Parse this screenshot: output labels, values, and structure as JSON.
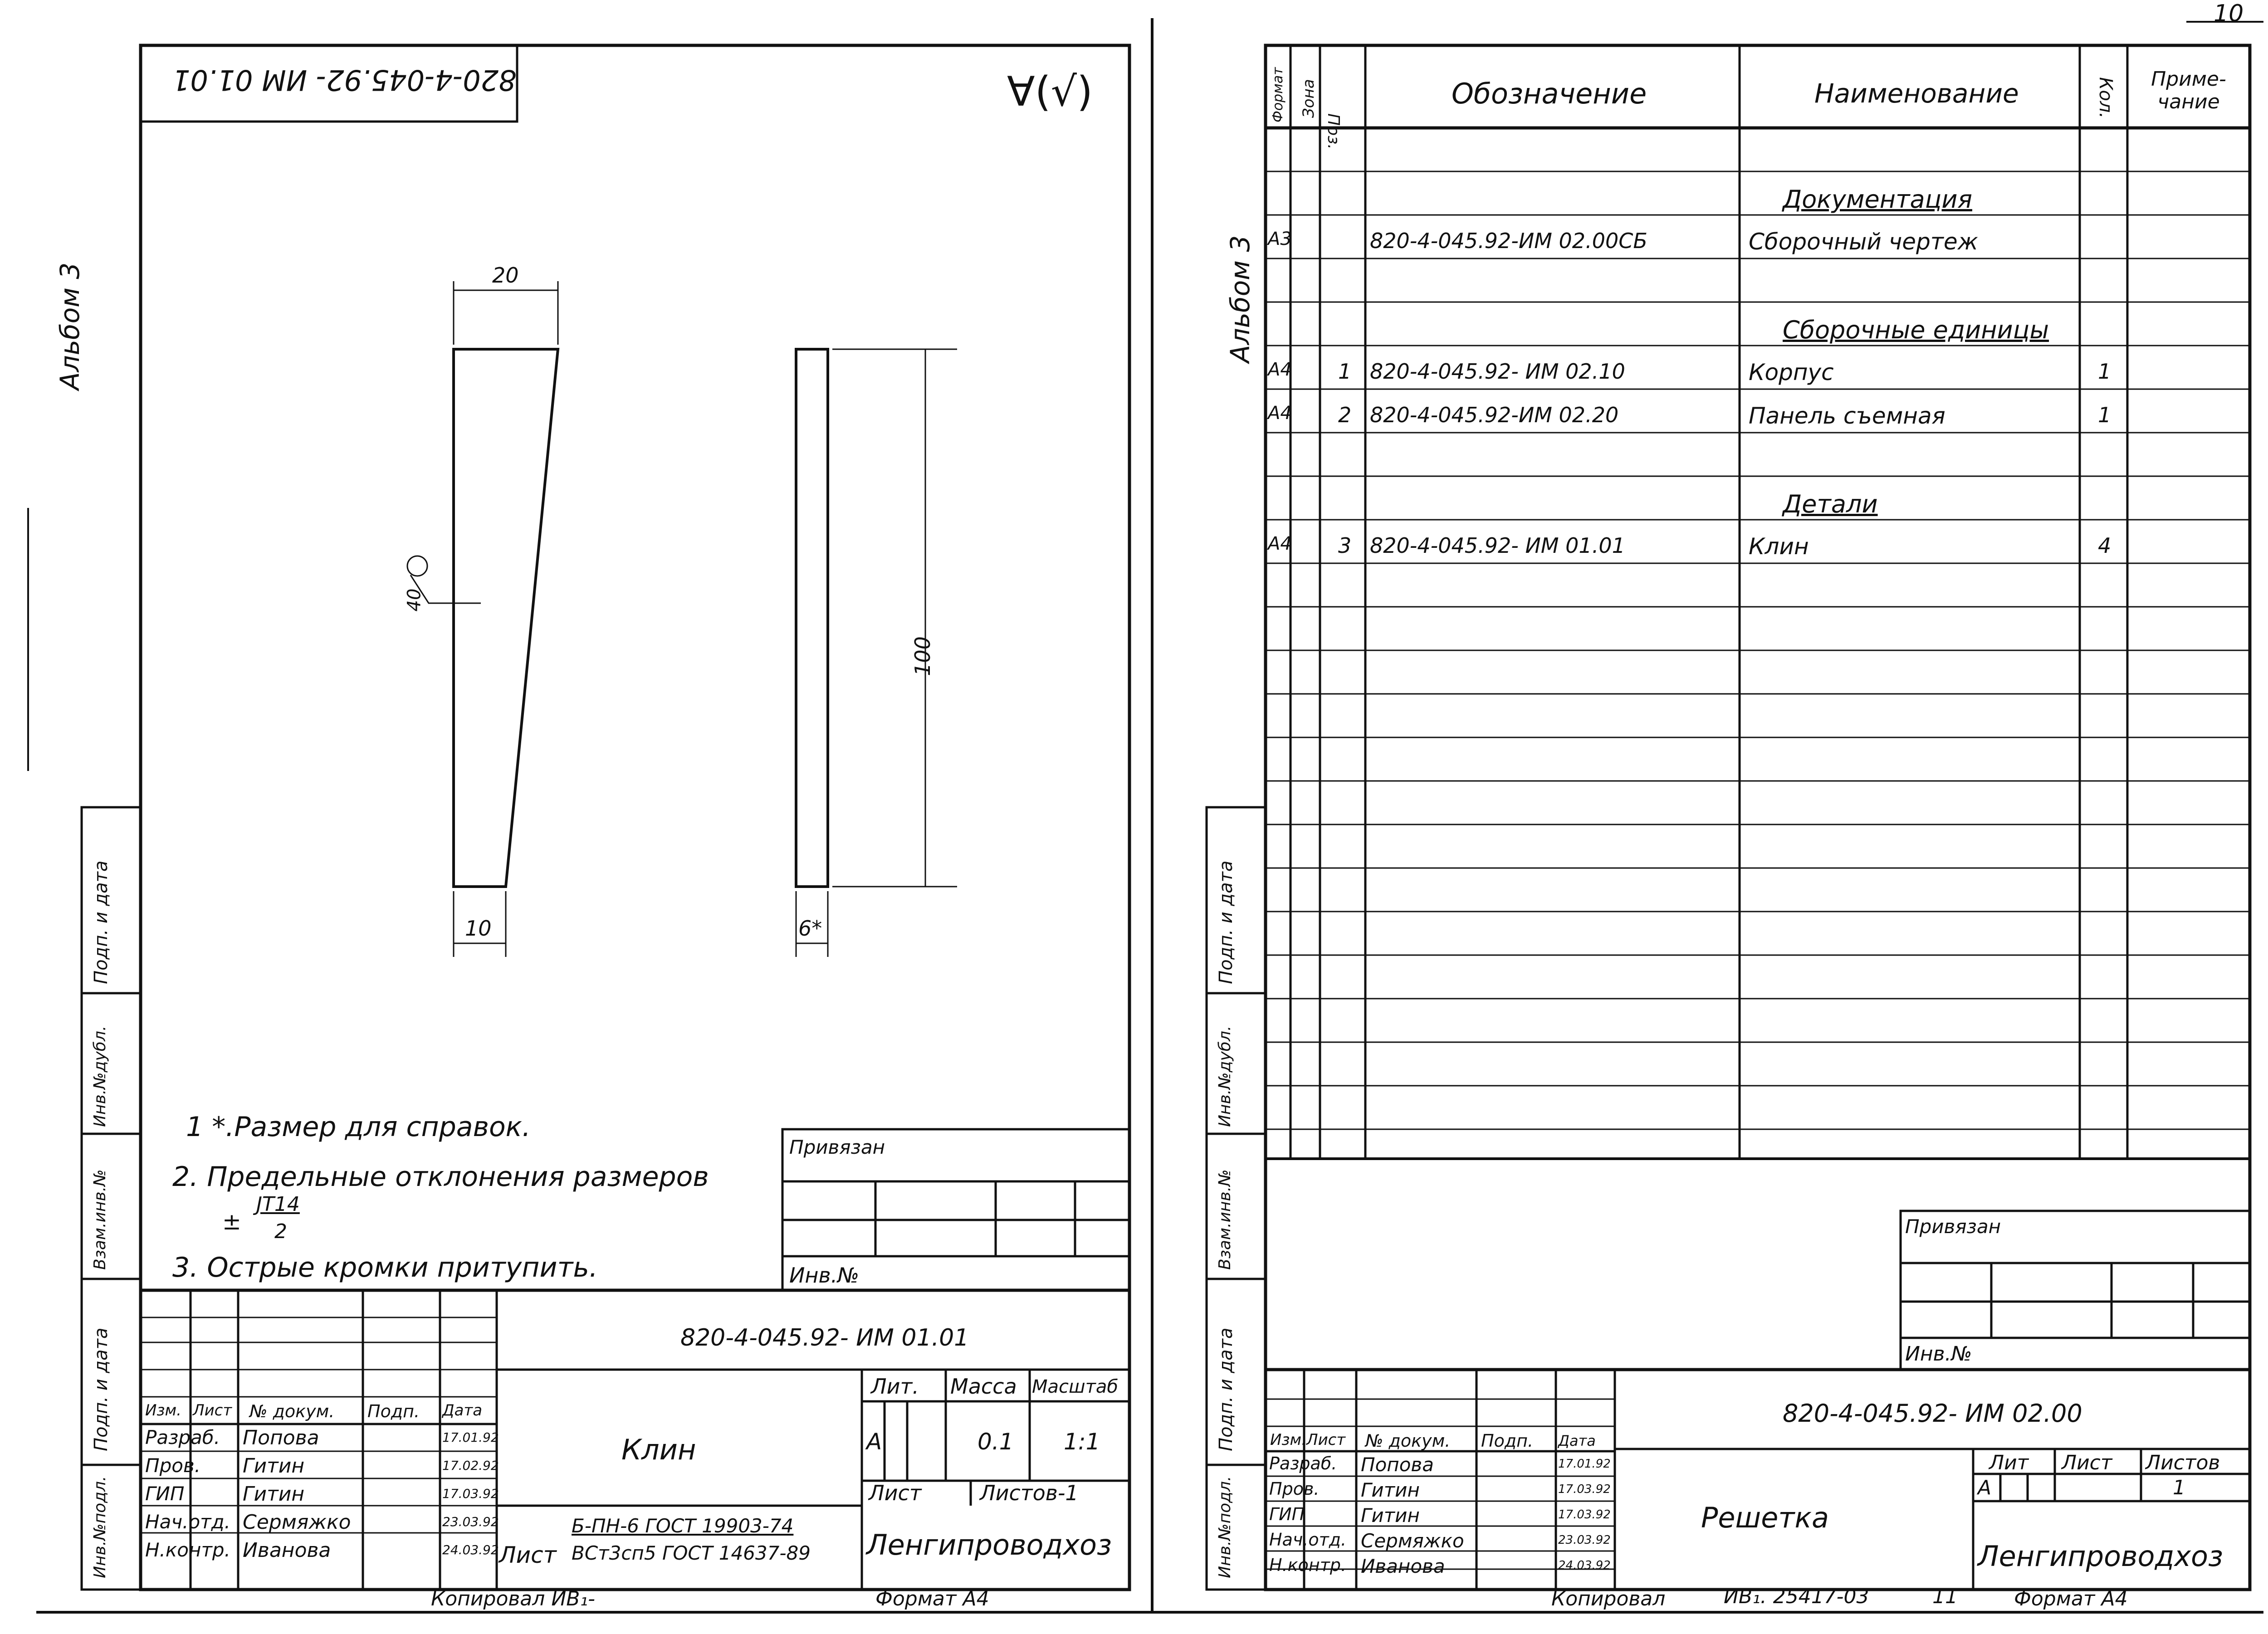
{
  "page_number": "10",
  "left_sheet": {
    "album_label": "Альбом 3",
    "stamp_code_rotated": "820-4-045.92- ИМ 01.01",
    "roughness_mark": "∀(√)",
    "drawing": {
      "dim_top_width": "20",
      "dim_bottom_width": "10",
      "dim_height": "100",
      "dim_thickness": "6*",
      "roughness_value": "40"
    },
    "notes": [
      "1 *.Размер для справок.",
      "2. Предельные отклонения размеров",
      "± JT14 / 2 .",
      "3. Острые кромки притупить."
    ],
    "note2_tol_num": "JT14",
    "note2_tol_den": "2",
    "privyazan": "Привязан",
    "inv_no": "Инв.№",
    "side_labels": [
      "Инв.№подл.",
      "Подп. и дата",
      "Взам.инв.№",
      "Инв.№дубл.",
      "Подп. и дата"
    ],
    "title_block": {
      "doc_code": "820-4-045.92- ИМ 01.01",
      "name": "Клин",
      "lit_header": "Лит.",
      "mass_header": "Масса",
      "scale_header": "Масштаб",
      "lit_value": "А",
      "mass_value": "0.1",
      "scale_value": "1:1",
      "sheet_label": "Лист",
      "sheets_label": "Листов-1",
      "material_prefix": "Лист",
      "material_line1": "Б-ПН-6  ГОСТ 19903-74",
      "material_line2": "ВСт3сп5  ГОСТ 14637-89",
      "organization": "Ленгипроводхоз",
      "col_headers": [
        "Изм.",
        "Лист",
        "№ докум.",
        "Подп.",
        "Дата"
      ],
      "rows": [
        {
          "role": "Разраб.",
          "name": "Попова",
          "date": "17.01.92"
        },
        {
          "role": "Пров.",
          "name": "Гитин",
          "date": "17.02.92"
        },
        {
          "role": "ГИП",
          "name": "Гитин",
          "date": "17.03.92"
        },
        {
          "role": "Нач.отд.",
          "name": "Сермяжко",
          "date": "23.03.92"
        },
        {
          "role": "Н.контр.",
          "name": "Иванова",
          "date": "24.03.92"
        }
      ]
    },
    "footer_left": "Копировал   ИВ₁-",
    "footer_right": "Формат А4"
  },
  "right_sheet": {
    "album_label": "Альбом 3",
    "headers": {
      "format": "Формат",
      "zone": "Зона",
      "pos": "Поз.",
      "designation": "Обозначение",
      "name": "Наименование",
      "qty": "Кол.",
      "note": "Приме-чание"
    },
    "rows": [
      {
        "format": "",
        "pos": "",
        "designation": "",
        "name": "",
        "qty": ""
      },
      {
        "format": "",
        "pos": "",
        "designation": "",
        "name": "Документация",
        "qty": "",
        "heading": true
      },
      {
        "format": "А3",
        "pos": "",
        "designation": "820-4-045.92-ИМ 02.00СБ",
        "name": "Сборочный чертеж",
        "qty": ""
      },
      {
        "format": "",
        "pos": "",
        "designation": "",
        "name": "",
        "qty": ""
      },
      {
        "format": "",
        "pos": "",
        "designation": "",
        "name": "Сборочные единицы",
        "qty": "",
        "heading": true
      },
      {
        "format": "А4",
        "pos": "1",
        "designation": "820-4-045.92- ИМ 02.10",
        "name": "Корпус",
        "qty": "1"
      },
      {
        "format": "А4",
        "pos": "2",
        "designation": "820-4-045.92-ИМ 02.20",
        "name": "Панель съемная",
        "qty": "1"
      },
      {
        "format": "",
        "pos": "",
        "designation": "",
        "name": "",
        "qty": ""
      },
      {
        "format": "",
        "pos": "",
        "designation": "",
        "name": "Детали",
        "qty": "",
        "heading": true
      },
      {
        "format": "А4",
        "pos": "3",
        "designation": "820-4-045.92- ИМ 01.01",
        "name": "Клин",
        "qty": "4"
      }
    ],
    "privyazan": "Привязан",
    "inv_no": "Инв.№",
    "side_labels": [
      "Инв.№подл.",
      "Подп. и дата",
      "Взам.инв.№",
      "Инв.№дубл.",
      "Подп. и дата"
    ],
    "title_block": {
      "doc_code": "820-4-045.92- ИМ 02.00",
      "name": "Решетка",
      "lit_header": "Лит",
      "sheet_header": "Лист",
      "sheets_header": "Листов",
      "lit_value": "А",
      "sheets_value": "1",
      "organization": "Ленгипроводхоз",
      "col_headers": [
        "Изм.",
        "Лист",
        "№ докум.",
        "Подп.",
        "Дата"
      ],
      "rows": [
        {
          "role": "Разраб.",
          "name": "Попова",
          "date": "17.01.92"
        },
        {
          "role": "Пров.",
          "name": "Гитин",
          "date": "17.03.92"
        },
        {
          "role": "ГИП",
          "name": "Гитин",
          "date": "17.03.92"
        },
        {
          "role": "Нач.отд.",
          "name": "Сермяжко",
          "date": "23.03.92"
        },
        {
          "role": "Н.контр.",
          "name": "Иванова",
          "date": "24.03.92"
        }
      ]
    },
    "footer_left": "Копировал",
    "footer_code": "ИВ₁. 25417-03",
    "footer_num": "11",
    "footer_right": "Формат А4"
  }
}
